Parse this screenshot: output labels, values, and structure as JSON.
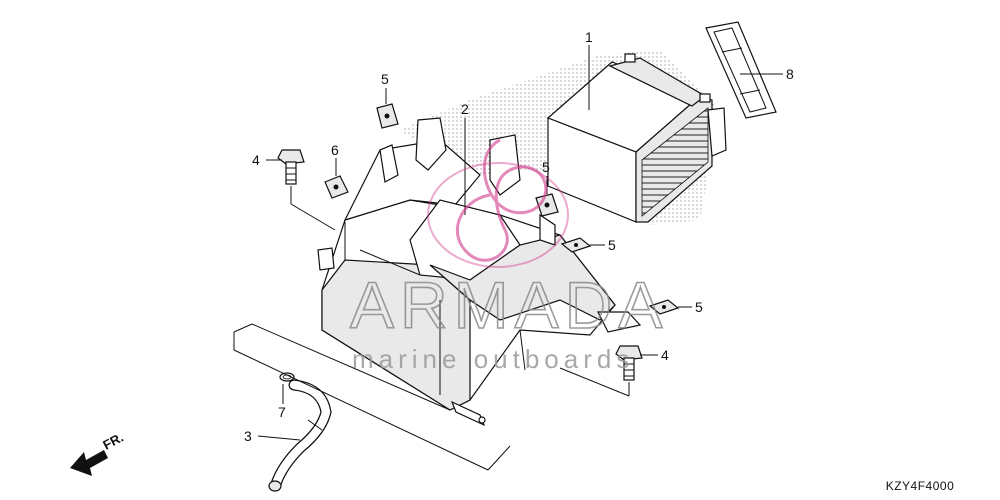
{
  "callouts": [
    {
      "id": "c1",
      "number": "1"
    },
    {
      "id": "c2",
      "number": "2"
    },
    {
      "id": "c3",
      "number": "3"
    },
    {
      "id": "c4a",
      "number": "4"
    },
    {
      "id": "c4b",
      "number": "4"
    },
    {
      "id": "c5a",
      "number": "5"
    },
    {
      "id": "c5b",
      "number": "5"
    },
    {
      "id": "c5c",
      "number": "5"
    },
    {
      "id": "c5d",
      "number": "5"
    },
    {
      "id": "c6",
      "number": "6"
    },
    {
      "id": "c7",
      "number": "7"
    },
    {
      "id": "c8",
      "number": "8"
    }
  ],
  "direction_label": "FR.",
  "diagram_code": "KZY4F4000",
  "watermark": {
    "brand": "ARMADA",
    "tagline": "marine outboards",
    "logo_color": "#d23a8a"
  }
}
